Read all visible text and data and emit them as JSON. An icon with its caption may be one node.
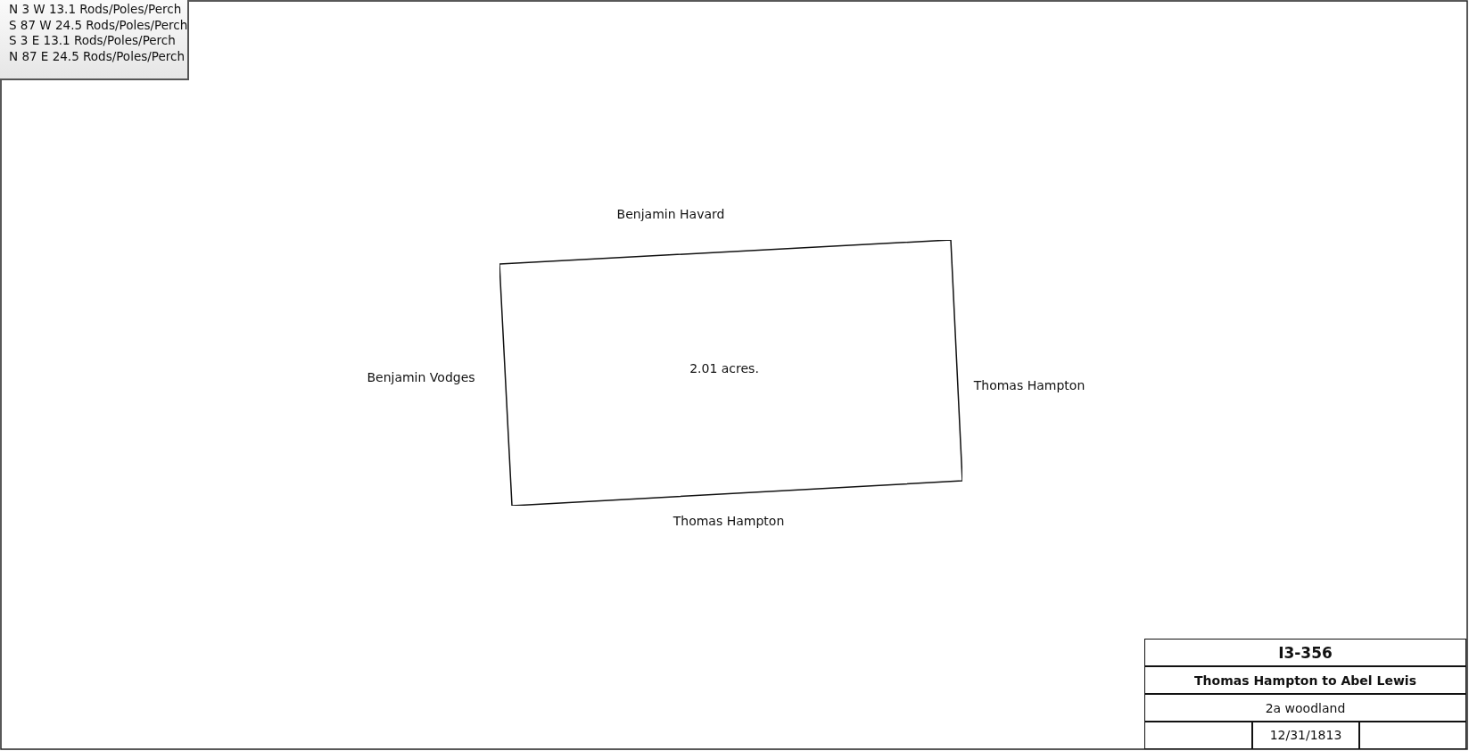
{
  "diagram": {
    "nodes": [
      {
        "text": [
          "2.01 acres."
        ]
      }
    ],
    "labels": [
      "N 3 W 13.1 Rods/Poles/Perch",
      "S 87 W 24.5 Rods/Poles/Perch",
      "S 3 E 13.1 Rods/Poles/Perch",
      "N 87 E 24.5 Rods/Poles/Perch",
      "Benjamin Havard",
      "Benjamin Vodges",
      "Thomas Hampton",
      "Thomas Hampton",
      "I3-356",
      "Thomas Hampton to Abel Lewis",
      "2a woodland",
      "12/31/1813"
    ]
  }
}
